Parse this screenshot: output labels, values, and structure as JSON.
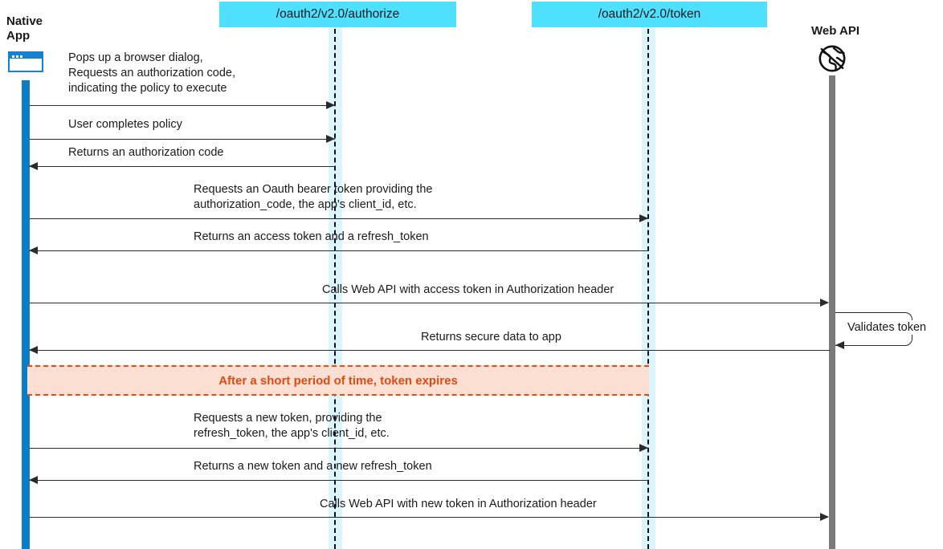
{
  "diagram": {
    "title": "OAuth2 native app authorization sequence",
    "colors": {
      "endpoint_box": "#4FE0FF",
      "lifeline_band": "#DCF4FC",
      "native_app_bar": "#0C7CC4",
      "web_api_bar": "#7A7A7A",
      "expiry_fill": "#FADFD2",
      "expiry_stroke": "#E44D15",
      "arrow": "#2b2b2b"
    }
  },
  "participants": [
    {
      "id": "native-app",
      "label_line1": "Native",
      "label_line2": "App",
      "icon": "browser-window-icon",
      "type": "actor"
    },
    {
      "id": "authorize-endpoint",
      "label": "/oauth2/v2.0/authorize",
      "type": "endpoint"
    },
    {
      "id": "token-endpoint",
      "label": "/oauth2/v2.0/token",
      "type": "endpoint"
    },
    {
      "id": "web-api",
      "label": "Web API",
      "icon": "globe-icon",
      "type": "actor"
    }
  ],
  "messages": [
    {
      "index": 1,
      "from": "native-app",
      "to": "authorize-endpoint",
      "direction": "right",
      "label": "Pops up a browser dialog,\nRequests an authorization code,\nindicating the policy to execute"
    },
    {
      "index": 2,
      "from": "native-app",
      "to": "authorize-endpoint",
      "direction": "right",
      "label": "User completes policy"
    },
    {
      "index": 3,
      "from": "authorize-endpoint",
      "to": "native-app",
      "direction": "left",
      "label": "Returns an authorization code"
    },
    {
      "index": 4,
      "from": "native-app",
      "to": "token-endpoint",
      "direction": "right",
      "label": "Requests an Oauth bearer token providing the\nauthorization_code, the app's client_id, etc."
    },
    {
      "index": 5,
      "from": "token-endpoint",
      "to": "native-app",
      "direction": "left",
      "label": "Returns an access token and a refresh_token"
    },
    {
      "index": 6,
      "from": "native-app",
      "to": "web-api",
      "direction": "right",
      "label": "Calls Web API with access token in Authorization header"
    },
    {
      "index": 7,
      "from": "web-api",
      "to": "web-api",
      "direction": "self",
      "label": "Validates token"
    },
    {
      "index": 8,
      "from": "web-api",
      "to": "native-app",
      "direction": "left",
      "label": "Returns secure data to app"
    },
    {
      "index": 9,
      "from": "native-app",
      "to": "token-endpoint",
      "direction": "right",
      "label": "Requests a new token, providing the\nrefresh_token, the app's client_id, etc."
    },
    {
      "index": 10,
      "from": "token-endpoint",
      "to": "native-app",
      "direction": "left",
      "label": "Returns a new token and a new refresh_token"
    },
    {
      "index": 11,
      "from": "native-app",
      "to": "web-api",
      "direction": "right",
      "label": "Calls Web API with new token in Authorization header"
    }
  ],
  "annotations": [
    {
      "id": "token-expiry",
      "type": "time-break-banner",
      "label": "After a short period of time, token expires"
    }
  ]
}
